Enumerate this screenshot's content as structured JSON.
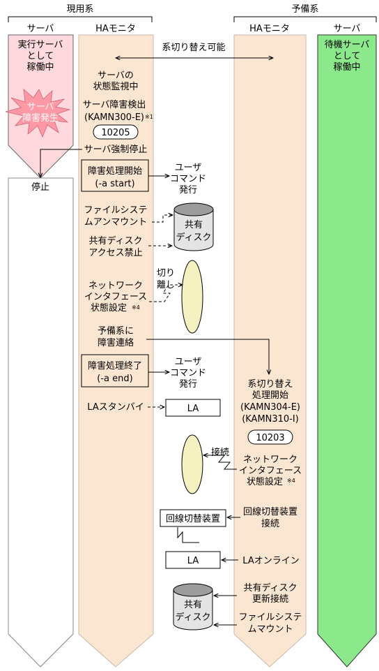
{
  "colors": {
    "active_server": "#ffd9de",
    "ha_monitor": "#fbe6d2",
    "standby_server": "#8be88b",
    "burst": "#ff99a6",
    "la_ellipse": "#f5f0c0",
    "disk_light": "#e4e4e4",
    "disk_dark": "#9c9c9c"
  },
  "headers": {
    "active_system": "現用系",
    "standby_system": "予備系",
    "server_col": "サーバ",
    "ha_col": "HAモニタ",
    "standby_ha_col": "HAモニタ",
    "standby_server_col": "サーバ"
  },
  "top": {
    "switchable": "系切り替え可能",
    "active_server_state": [
      "実行サーバ",
      "として",
      "稼働中"
    ],
    "standby_server_state": [
      "待機サーバ",
      "として",
      "稼働中"
    ],
    "failure": [
      "サーバ",
      "障害発生"
    ],
    "monitoring": [
      "サーバの",
      "状態監視中"
    ],
    "detect": [
      "サーバ障害検出",
      "(KAMN300-E)"
    ],
    "note1": "※1",
    "msg1": "10205",
    "force_stop": "サーバ強制停止",
    "stopped": "停止"
  },
  "steps": {
    "start_box": [
      "障害処理開始",
      "(-a start)"
    ],
    "user_cmd1": [
      "ユーザ",
      "コマンド",
      "発行"
    ],
    "fs_unmount": [
      "ファイルシステ",
      "ムアンマウント"
    ],
    "disk_label": [
      "共有",
      "ディスク"
    ],
    "disk_forbid": [
      "共有ディスク",
      "アクセス禁止"
    ],
    "detach": [
      "切り",
      "離し"
    ],
    "net_if1": [
      "ネットワーク",
      "インタフェース",
      "状態設定"
    ],
    "note4a": "※4",
    "notify": [
      "予備系に",
      "障害連絡"
    ],
    "end_box": [
      "障害処理終了",
      "(-a end)"
    ],
    "user_cmd2": [
      "ユーザ",
      "コマンド",
      "発行"
    ],
    "switch_start": [
      "系切り替え",
      "処理開始",
      "(KAMN304-E)",
      "(KAMN310-I)"
    ],
    "msg2": "10203",
    "la_standby": "LAスタンバイ",
    "la1": "LA",
    "connect": "接続",
    "net_if2": [
      "ネットワーク",
      "インタフェース",
      "状態設定"
    ],
    "note4b": "※4",
    "line_switch_box": "回線切替装置",
    "line_switch_connect": [
      "回線切替装置",
      "接続"
    ],
    "la2": "LA",
    "la_online": "LAオンライン",
    "disk2_label": [
      "共有",
      "ディスク"
    ],
    "disk_update": [
      "共有ディスク",
      "更新接続"
    ],
    "fs_mount": [
      "ファイルシステ",
      "ムマウント"
    ]
  }
}
